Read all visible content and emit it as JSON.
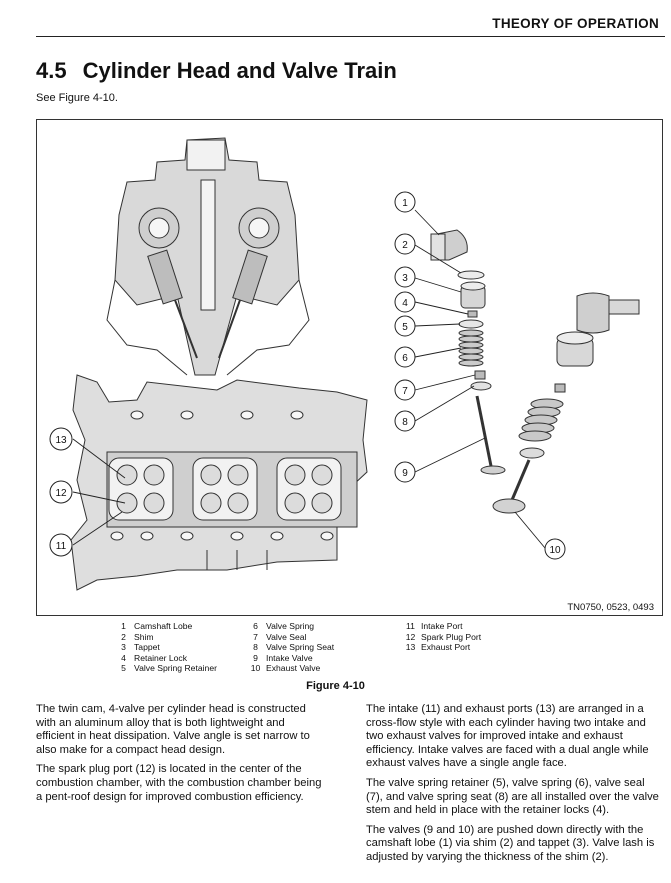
{
  "header": {
    "title": "THEORY OF OPERATION"
  },
  "section": {
    "number": "4.5",
    "title": "Cylinder Head and Valve Train",
    "see_ref": "See Figure 4-10."
  },
  "figure": {
    "callouts": [
      "1",
      "2",
      "3",
      "4",
      "5",
      "6",
      "7",
      "8",
      "9",
      "10",
      "11",
      "12",
      "13"
    ],
    "code": "TN0750, 0523, 0493",
    "caption": "Figure 4-10"
  },
  "legend": {
    "col1": [
      {
        "num": "1",
        "label": "Camshaft Lobe"
      },
      {
        "num": "2",
        "label": "Shim"
      },
      {
        "num": "3",
        "label": "Tappet"
      },
      {
        "num": "4",
        "label": "Retainer Lock"
      },
      {
        "num": "5",
        "label": "Valve Spring Retainer"
      }
    ],
    "col2": [
      {
        "num": "6",
        "label": "Valve Spring"
      },
      {
        "num": "7",
        "label": "Valve Seal"
      },
      {
        "num": "8",
        "label": "Valve Spring Seat"
      },
      {
        "num": "9",
        "label": "Intake Valve"
      },
      {
        "num": "10",
        "label": "Exhaust Valve"
      }
    ],
    "col3": [
      {
        "num": "11",
        "label": "Intake Port"
      },
      {
        "num": "12",
        "label": "Spark Plug Port"
      },
      {
        "num": "13",
        "label": "Exhaust Port"
      }
    ]
  },
  "body": {
    "left": [
      "The twin cam, 4-valve per cylinder head is constructed with an aluminum alloy that is both lightweight and efficient in heat dissipation. Valve angle is set narrow to also make for a compact head design.",
      "The spark plug port (12) is located in the center of the combustion chamber, with the combustion chamber being a pent-roof design for improved combustion efficiency."
    ],
    "right": [
      "The intake (11) and exhaust ports (13) are arranged in a cross-flow style with each cylinder having two intake and two exhaust valves for improved intake and exhaust efficiency. Intake valves are faced with a dual angle while exhaust valves have a single angle face.",
      "The valve spring retainer (5), valve spring (6), valve seal (7), and valve spring seat (8) are all installed over the valve stem and held in place with the retainer locks (4).",
      "The valves (9 and 10) are pushed down directly with the camshaft lobe (1) via shim (2) and tappet (3). Valve lash is adjusted by varying the thickness of the shim (2)."
    ]
  }
}
